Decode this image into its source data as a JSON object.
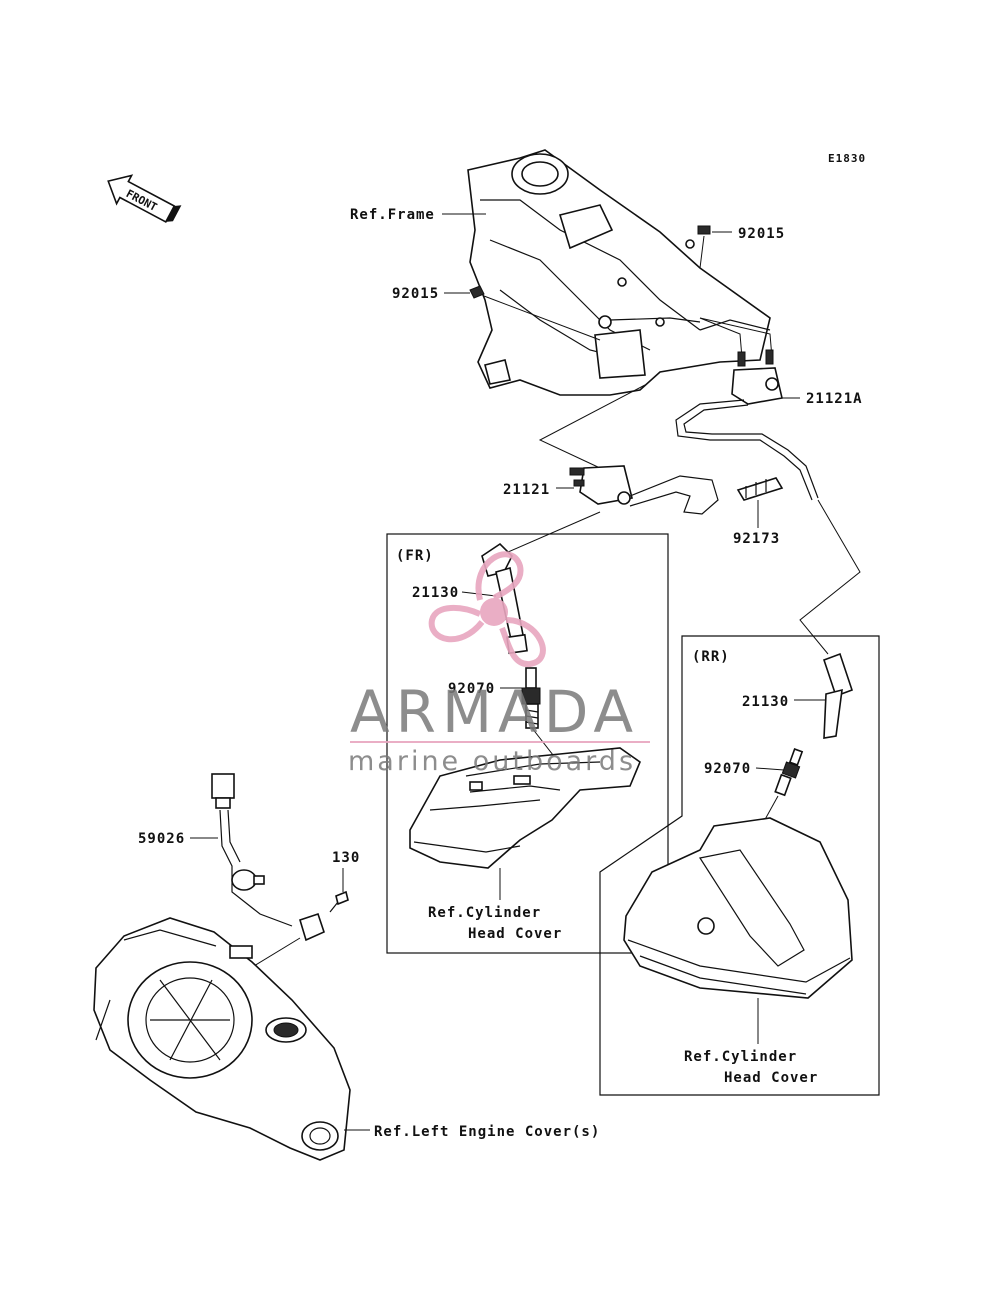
{
  "diagram_code": "E1830",
  "front_arrow": {
    "text": "FRONT"
  },
  "labels": {
    "ref_frame": "Ref.Frame",
    "p92015_top": "92015",
    "p92015_left": "92015",
    "p21121a": "21121A",
    "p21121": "21121",
    "p92173": "92173",
    "fr_tag": "(FR)",
    "p21130_fr": "21130",
    "p92070_fr": "92070",
    "ref_cyl_fr_1": "Ref.Cylinder",
    "ref_cyl_fr_2": "Head Cover",
    "rr_tag": "(RR)",
    "p21130_rr": "21130",
    "p92070_rr": "92070",
    "ref_cyl_rr_1": "Ref.Cylinder",
    "ref_cyl_rr_2": "Head Cover",
    "p59026": "59026",
    "p130": "130",
    "ref_left_engine": "Ref.Left Engine Cover(s)"
  },
  "watermark": {
    "title": "ARMADA",
    "subtitle": "marine outboards",
    "logo_color": "#e8a6bf",
    "text_color": "#7a7a7a"
  }
}
